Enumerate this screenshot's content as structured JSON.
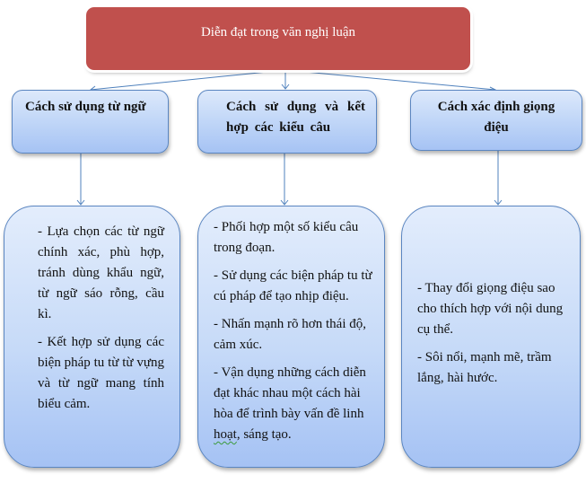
{
  "diagram": {
    "root": {
      "label": "Diễn đạt trong văn nghị luận",
      "color": "#c0504d"
    },
    "branches": [
      {
        "heading": "Cách sử dụng từ ngữ",
        "details": [
          "- Lựa chọn các từ ngữ chính xác, phù hợp, tránh dùng khẩu ngữ, từ ngữ sáo rỗng, cầu kì.",
          "- Kết hợp sử dụng các biện pháp tu từ từ vựng và từ ngữ mang tính biểu cảm."
        ]
      },
      {
        "heading": "Cách sử dụng và kết hợp các kiểu câu",
        "details": [
          "- Phối hợp một số kiểu câu trong đoạn.",
          "- Sử dụng các biện pháp tu từ cú pháp để tạo nhịp điệu.",
          "- Nhấn mạnh rõ hơn thái độ, cảm xúc.",
          "- Vận dụng những cách diễn đạt khác nhau một cách hài hòa để trình bày vấn đề linh ",
          "hoạt",
          ", sáng tạo."
        ]
      },
      {
        "heading": "Cách xác định giọng điệu",
        "details": [
          "- Thay đổi giọng điệu sao cho thích hợp với nội dung cụ thể.",
          "- Sôi nổi, mạnh mẽ, trầm lắng, hài hước."
        ]
      }
    ],
    "colors": {
      "box_border": "#5b86c1",
      "box_fill_top": "#dde9fb",
      "box_fill_bottom": "#a6c3f4",
      "connector": "#4f81bd"
    }
  }
}
